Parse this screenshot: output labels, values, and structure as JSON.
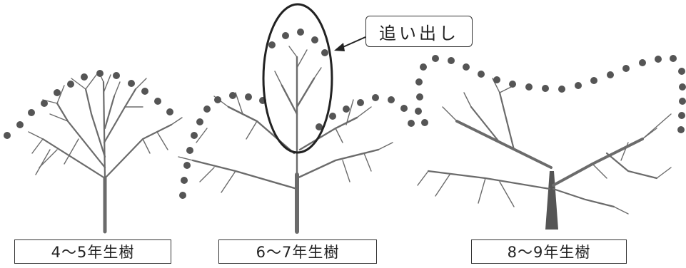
{
  "captions": {
    "tree1": "4〜5年生樹",
    "tree2": "6〜7年生樹",
    "tree3": "8〜9年生樹"
  },
  "callout": {
    "label": "追い出し"
  },
  "colors": {
    "branch": "#6b6b6b",
    "trunk": "#555555",
    "dots": "#555555",
    "outline": "#333333"
  }
}
